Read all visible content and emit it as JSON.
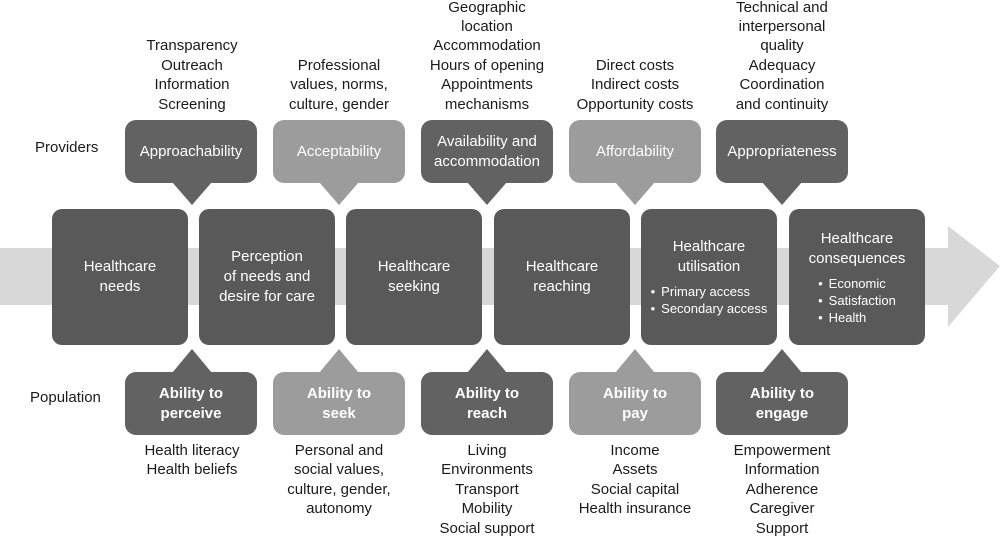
{
  "colors": {
    "arrow": "#d8d8d8",
    "box": "#595959",
    "callout_dark": "#626262",
    "callout_light": "#9c9c9c"
  },
  "row_labels": {
    "providers": "Providers",
    "population": "Population"
  },
  "stages": [
    {
      "title_lines": [
        "Healthcare",
        "needs"
      ],
      "bullets": []
    },
    {
      "title_lines": [
        "Perception",
        "of needs and",
        "desire for care"
      ],
      "bullets": []
    },
    {
      "title_lines": [
        "Healthcare",
        "seeking"
      ],
      "bullets": []
    },
    {
      "title_lines": [
        "Healthcare",
        "reaching"
      ],
      "bullets": []
    },
    {
      "title_lines": [
        "Healthcare",
        "utilisation"
      ],
      "bullets": [
        "Primary access",
        "Secondary access"
      ]
    },
    {
      "title_lines": [
        "Healthcare",
        "consequences"
      ],
      "bullets": [
        "Economic",
        "Satisfaction",
        "Health"
      ]
    }
  ],
  "providers": [
    {
      "label_lines": [
        "Approachability"
      ],
      "shade": "dark",
      "details": [
        "Transparency",
        "Outreach",
        "Information",
        "Screening"
      ]
    },
    {
      "label_lines": [
        "Acceptability"
      ],
      "shade": "light",
      "details": [
        "Professional",
        "values, norms,",
        "culture, gender"
      ]
    },
    {
      "label_lines": [
        "Availability and",
        "accommodation"
      ],
      "shade": "dark",
      "details": [
        "Geographic",
        "location",
        "Accommodation",
        "Hours of opening",
        "Appointments",
        "mechanisms"
      ]
    },
    {
      "label_lines": [
        "Affordability"
      ],
      "shade": "light",
      "details": [
        "Direct costs",
        "Indirect costs",
        "Opportunity costs"
      ]
    },
    {
      "label_lines": [
        "Appropriateness"
      ],
      "shade": "dark",
      "details": [
        "Technical and",
        "interpersonal",
        "quality",
        "Adequacy",
        "Coordination",
        "and continuity"
      ]
    }
  ],
  "population": [
    {
      "label_lines": [
        "Ability to",
        "perceive"
      ],
      "shade": "dark",
      "details": [
        "Health literacy",
        "Health beliefs"
      ]
    },
    {
      "label_lines": [
        "Ability to",
        "seek"
      ],
      "shade": "light",
      "details": [
        "Personal and",
        "social values,",
        "culture, gender,",
        "autonomy"
      ]
    },
    {
      "label_lines": [
        "Ability to",
        "reach"
      ],
      "shade": "dark",
      "details": [
        "Living",
        "Environments",
        "Transport",
        "Mobility",
        "Social support"
      ]
    },
    {
      "label_lines": [
        "Ability to",
        "pay"
      ],
      "shade": "light",
      "details": [
        "Income",
        "Assets",
        "Social capital",
        "Health insurance"
      ]
    },
    {
      "label_lines": [
        "Ability to",
        "engage"
      ],
      "shade": "dark",
      "details": [
        "Empowerment",
        "Information",
        "Adherence",
        "Caregiver",
        "Support"
      ]
    }
  ]
}
